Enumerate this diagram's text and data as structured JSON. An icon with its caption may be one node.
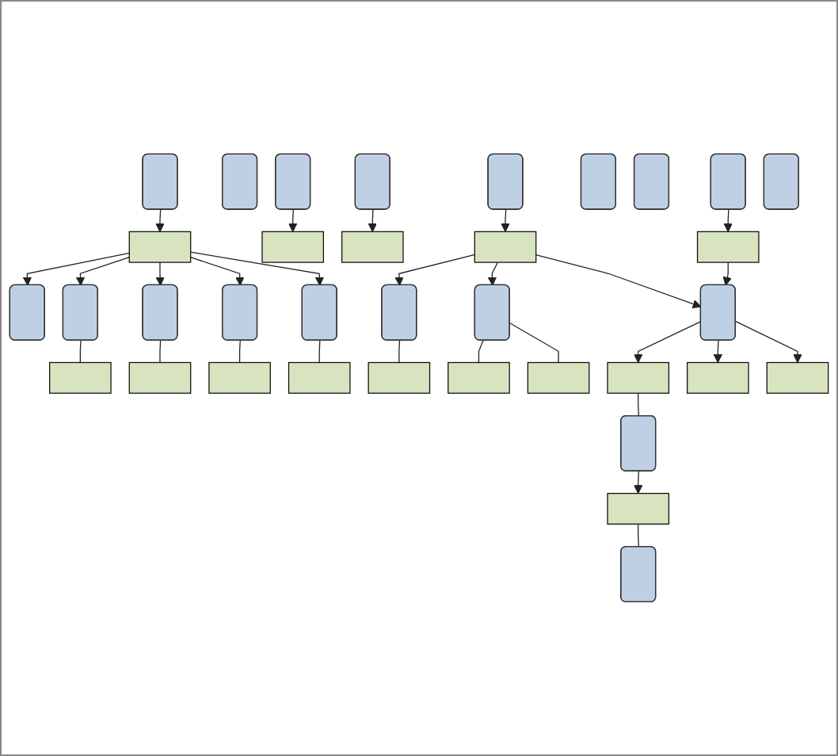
{
  "diagram": {
    "nodes": [
      {
        "text": [],
        "shape": "box"
      },
      {
        "text": [],
        "shape": "box"
      },
      {
        "text": [],
        "shape": "box"
      },
      {
        "text": [],
        "shape": "box"
      },
      {
        "text": [],
        "shape": "box"
      },
      {
        "text": [],
        "shape": "box"
      },
      {
        "text": [],
        "shape": "box"
      },
      {
        "text": [],
        "shape": "box"
      },
      {
        "text": [],
        "shape": "box"
      },
      {
        "text": [],
        "shape": "box"
      },
      {
        "text": [],
        "shape": "box"
      },
      {
        "text": [],
        "shape": "box"
      },
      {
        "text": [],
        "shape": "box"
      },
      {
        "text": [],
        "shape": "box"
      },
      {
        "text": [],
        "shape": "box"
      },
      {
        "text": [],
        "shape": "box"
      },
      {
        "text": [],
        "shape": "box"
      },
      {
        "text": [],
        "shape": "box"
      },
      {
        "text": [],
        "shape": "box"
      },
      {
        "text": [],
        "shape": "box"
      },
      {
        "text": [],
        "shape": "box"
      },
      {
        "text": [],
        "shape": "box"
      },
      {
        "text": [],
        "shape": "box"
      },
      {
        "text": [],
        "shape": "box"
      },
      {
        "text": [],
        "shape": "box"
      },
      {
        "text": [],
        "shape": "box"
      },
      {
        "text": [],
        "shape": "box"
      },
      {
        "text": [],
        "shape": "box"
      },
      {
        "text": [],
        "shape": "box"
      },
      {
        "text": [],
        "shape": "box"
      },
      {
        "text": [],
        "shape": "box"
      },
      {
        "text": [],
        "shape": "box"
      },
      {
        "text": [],
        "shape": "box"
      },
      {
        "text": [],
        "shape": "box"
      },
      {
        "text": [],
        "shape": "box"
      }
    ],
    "edges": [
      {
        "from": 0,
        "to": 1,
        "arrow": "to"
      },
      {
        "from": 1,
        "to": 2,
        "arrow": "to"
      },
      {
        "from": 1,
        "to": 3,
        "arrow": "to"
      },
      {
        "from": 1,
        "to": 4,
        "arrow": "to"
      },
      {
        "from": 1,
        "to": 5,
        "arrow": "to"
      },
      {
        "from": 1,
        "to": 6,
        "arrow": "to"
      },
      {
        "from": 3,
        "to": 7,
        "arrow": "none"
      },
      {
        "from": 4,
        "to": 8,
        "arrow": "none"
      },
      {
        "from": 5,
        "to": 9,
        "arrow": "none"
      },
      {
        "from": 6,
        "to": 10,
        "arrow": "none"
      },
      {
        "from": 12,
        "to": 13,
        "arrow": "to"
      },
      {
        "from": 14,
        "to": 15,
        "arrow": "to"
      },
      {
        "from": 16,
        "to": 17,
        "arrow": "to"
      },
      {
        "from": 17,
        "to": 18,
        "arrow": "to"
      },
      {
        "from": 17,
        "to": 19,
        "arrow": "to"
      },
      {
        "from": 17,
        "to": 28,
        "arrow": "to"
      },
      {
        "from": 18,
        "to": 21,
        "arrow": "none"
      },
      {
        "from": 19,
        "to": 22,
        "arrow": "none"
      },
      {
        "from": 19,
        "to": 23,
        "arrow": "none"
      },
      {
        "from": 25,
        "to": 27,
        "arrow": "to"
      },
      {
        "from": 27,
        "to": 28,
        "arrow": "to"
      },
      {
        "from": 28,
        "to": 29,
        "arrow": "to"
      },
      {
        "from": 28,
        "to": 30,
        "arrow": "to"
      },
      {
        "from": 28,
        "to": 31,
        "arrow": "to"
      },
      {
        "from": 29,
        "to": 32,
        "arrow": "none"
      },
      {
        "from": 32,
        "to": 33,
        "arrow": "to"
      },
      {
        "from": 33,
        "to": 34,
        "arrow": "none"
      }
    ]
  }
}
